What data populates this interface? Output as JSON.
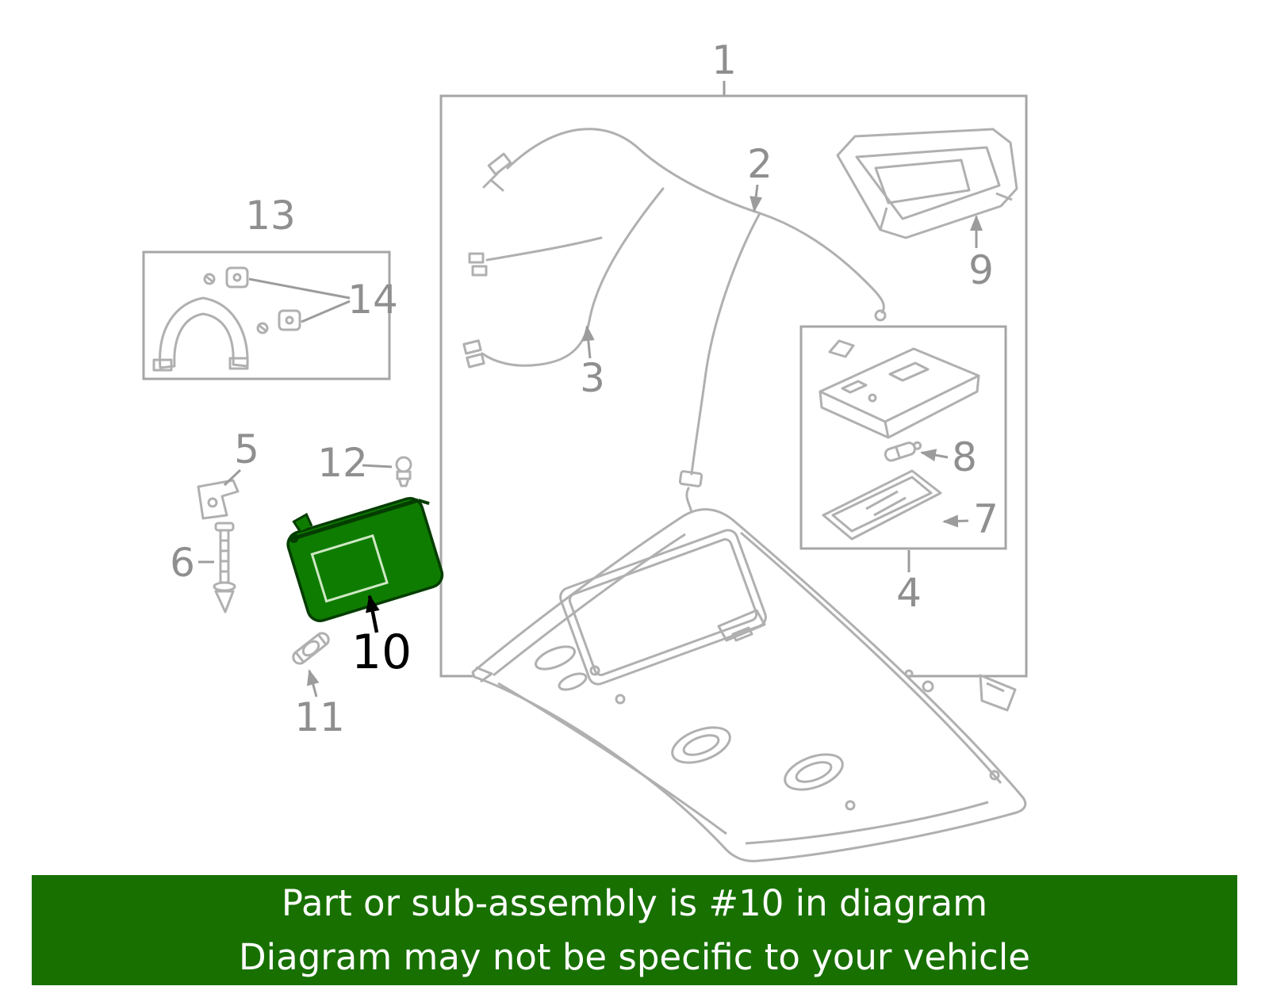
{
  "banner": {
    "line1": "Part or sub-assembly is #10 in diagram",
    "line2": "Diagram may not be specific to your vehicle",
    "bg_color": "#187000",
    "text_color": "#ffffff"
  },
  "diagram": {
    "highlighted_part": "10",
    "line_color": "#b0b0b0",
    "box_color": "#a6a6a6",
    "label_color": "#8f8f8f",
    "highlight_fill": "#0e7c00",
    "highlight_stroke": "#053d00",
    "labels": {
      "n1": "1",
      "n2": "2",
      "n3": "3",
      "n4": "4",
      "n5": "5",
      "n6": "6",
      "n7": "7",
      "n8": "8",
      "n9": "9",
      "n10": "10",
      "n11": "11",
      "n12": "12",
      "n13": "13",
      "n14": "14"
    }
  }
}
